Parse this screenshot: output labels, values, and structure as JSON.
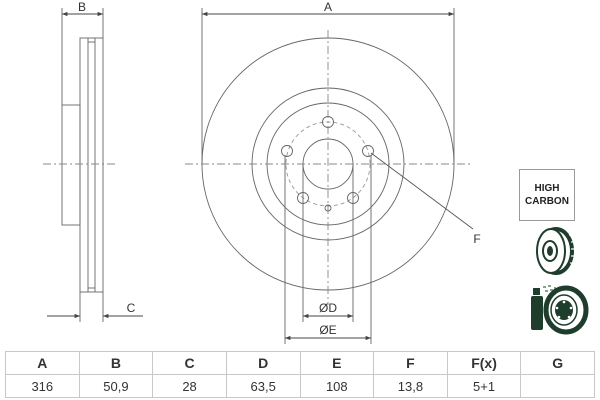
{
  "drawing": {
    "side_view": {
      "labels": {
        "B": "B",
        "C": "C"
      }
    },
    "front_view": {
      "labels": {
        "A": "A",
        "D": "ØD",
        "E": "ØE",
        "F": "F"
      }
    },
    "icons": {
      "high_carbon_badge": {
        "line1": "HIGH",
        "line2": "CARBON"
      },
      "vented_disc_icon": "vented-disc",
      "coating_spray_icon": "spray-coated-disc"
    },
    "line_color": "#555555",
    "icon_color": "#1f3d2c"
  },
  "spec_table": {
    "headers": [
      "A",
      "B",
      "C",
      "D",
      "E",
      "F",
      "F(x)",
      "G"
    ],
    "values": [
      "316",
      "50,9",
      "28",
      "63,5",
      "108",
      "13,8",
      "5+1",
      ""
    ]
  }
}
